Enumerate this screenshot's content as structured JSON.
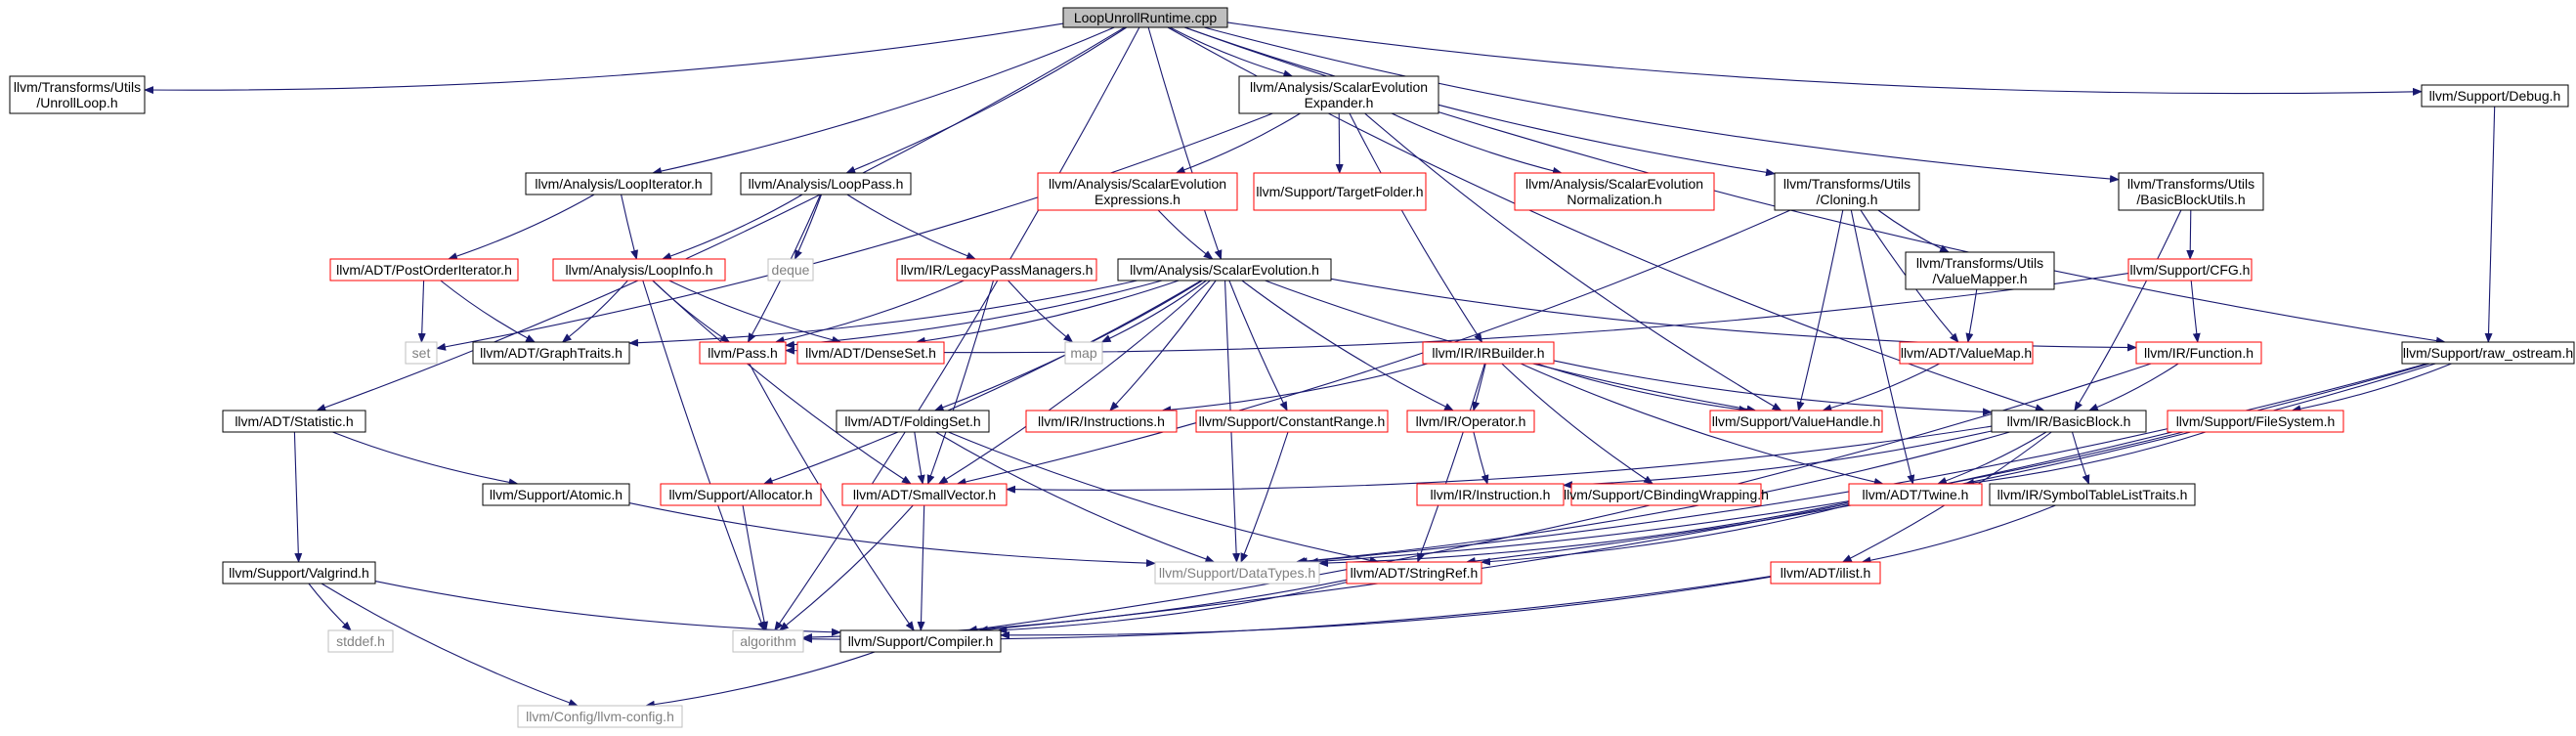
{
  "colors": {
    "background": "#ffffff",
    "root_fill": "#bfbfbf",
    "documented_border": "#000000",
    "undocumented_border": "#ff0000",
    "system_header_border": "#bfbfbf",
    "system_header_text": "#808080",
    "edge": "#191970"
  },
  "nodes": {
    "root": {
      "lines": [
        "LoopUnrollRuntime.cpp"
      ],
      "kind": "root"
    },
    "unrollloop": {
      "lines": [
        "llvm/Transforms/Utils",
        "/UnrollLoop.h"
      ],
      "kind": "doc"
    },
    "algorithm": {
      "lines": [
        "algorithm"
      ],
      "kind": "sys"
    },
    "statistic": {
      "lines": [
        "llvm/ADT/Statistic.h"
      ],
      "kind": "doc"
    },
    "loopiterator": {
      "lines": [
        "llvm/Analysis/LoopIterator.h"
      ],
      "kind": "doc"
    },
    "looppass": {
      "lines": [
        "llvm/Analysis/LoopPass.h"
      ],
      "kind": "doc"
    },
    "expander": {
      "lines": [
        "llvm/Analysis/ScalarEvolution",
        "Expander.h"
      ],
      "kind": "doc"
    },
    "cloning": {
      "lines": [
        "llvm/Transforms/Utils",
        "/Cloning.h"
      ],
      "kind": "doc"
    },
    "bbutils": {
      "lines": [
        "llvm/Transforms/Utils",
        "/BasicBlockUtils.h"
      ],
      "kind": "doc"
    },
    "debug": {
      "lines": [
        "llvm/Support/Debug.h"
      ],
      "kind": "doc"
    },
    "sexpr": {
      "lines": [
        "llvm/Analysis/ScalarEvolution",
        "Expressions.h"
      ],
      "kind": "undoc"
    },
    "targetfolder": {
      "lines": [
        "llvm/Support/TargetFolder.h"
      ],
      "kind": "undoc"
    },
    "snorm": {
      "lines": [
        "llvm/Analysis/ScalarEvolution",
        "Normalization.h"
      ],
      "kind": "undoc"
    },
    "postorder": {
      "lines": [
        "llvm/ADT/PostOrderIterator.h"
      ],
      "kind": "undoc"
    },
    "loopinfo": {
      "lines": [
        "llvm/Analysis/LoopInfo.h"
      ],
      "kind": "undoc"
    },
    "deque": {
      "lines": [
        "deque"
      ],
      "kind": "sys"
    },
    "legacypm": {
      "lines": [
        "llvm/IR/LegacyPassManagers.h"
      ],
      "kind": "undoc"
    },
    "scalarevolution": {
      "lines": [
        "llvm/Analysis/ScalarEvolution.h"
      ],
      "kind": "doc"
    },
    "valuemapper": {
      "lines": [
        "llvm/Transforms/Utils",
        "/ValueMapper.h"
      ],
      "kind": "doc"
    },
    "cfg": {
      "lines": [
        "llvm/Support/CFG.h"
      ],
      "kind": "undoc"
    },
    "set": {
      "lines": [
        "set"
      ],
      "kind": "sys"
    },
    "graphtraits": {
      "lines": [
        "llvm/ADT/GraphTraits.h"
      ],
      "kind": "doc"
    },
    "pass": {
      "lines": [
        "llvm/Pass.h"
      ],
      "kind": "undoc"
    },
    "denseset": {
      "lines": [
        "llvm/ADT/DenseSet.h"
      ],
      "kind": "undoc"
    },
    "map": {
      "lines": [
        "map"
      ],
      "kind": "sys"
    },
    "valuemap": {
      "lines": [
        "llvm/ADT/ValueMap.h"
      ],
      "kind": "undoc"
    },
    "function": {
      "lines": [
        "llvm/IR/Function.h"
      ],
      "kind": "undoc"
    },
    "irbuilder": {
      "lines": [
        "llvm/IR/IRBuilder.h"
      ],
      "kind": "undoc"
    },
    "rawostream": {
      "lines": [
        "llvm/Support/raw_ostream.h"
      ],
      "kind": "doc"
    },
    "statistic_dummy": null,
    "foldingset": {
      "lines": [
        "llvm/ADT/FoldingSet.h"
      ],
      "kind": "doc"
    },
    "instructions": {
      "lines": [
        "llvm/IR/Instructions.h"
      ],
      "kind": "undoc"
    },
    "constantrange": {
      "lines": [
        "llvm/Support/ConstantRange.h"
      ],
      "kind": "undoc"
    },
    "operator": {
      "lines": [
        "llvm/IR/Operator.h"
      ],
      "kind": "undoc"
    },
    "valuehandle": {
      "lines": [
        "llvm/Support/ValueHandle.h"
      ],
      "kind": "undoc"
    },
    "basicblock": {
      "lines": [
        "llvm/IR/BasicBlock.h"
      ],
      "kind": "doc"
    },
    "filesystem": {
      "lines": [
        "llvm/Support/FileSystem.h"
      ],
      "kind": "undoc"
    },
    "atomic": {
      "lines": [
        "llvm/Support/Atomic.h"
      ],
      "kind": "doc"
    },
    "allocator": {
      "lines": [
        "llvm/Support/Allocator.h"
      ],
      "kind": "undoc"
    },
    "smallvector": {
      "lines": [
        "llvm/ADT/SmallVector.h"
      ],
      "kind": "undoc"
    },
    "instruction": {
      "lines": [
        "llvm/IR/Instruction.h"
      ],
      "kind": "undoc"
    },
    "cbinding": {
      "lines": [
        "llvm/Support/CBindingWrapping.h"
      ],
      "kind": "undoc"
    },
    "twine": {
      "lines": [
        "llvm/ADT/Twine.h"
      ],
      "kind": "undoc"
    },
    "symtab": {
      "lines": [
        "llvm/IR/SymbolTableListTraits.h"
      ],
      "kind": "doc"
    },
    "valgrind": {
      "lines": [
        "llvm/Support/Valgrind.h"
      ],
      "kind": "doc"
    },
    "datatypes": {
      "lines": [
        "llvm/Support/DataTypes.h"
      ],
      "kind": "sys"
    },
    "stringref": {
      "lines": [
        "llvm/ADT/StringRef.h"
      ],
      "kind": "undoc"
    },
    "ilist": {
      "lines": [
        "llvm/ADT/ilist.h"
      ],
      "kind": "undoc"
    },
    "stddef": {
      "lines": [
        "stddef.h"
      ],
      "kind": "sys"
    },
    "compiler": {
      "lines": [
        "llvm/Support/Compiler.h"
      ],
      "kind": "doc"
    },
    "llvmconfig": {
      "lines": [
        "llvm/Config/llvm-config.h"
      ],
      "kind": "sys"
    }
  },
  "edges": [
    [
      "root",
      "unrollloop"
    ],
    [
      "root",
      "algorithm"
    ],
    [
      "root",
      "statistic"
    ],
    [
      "root",
      "loopiterator"
    ],
    [
      "root",
      "looppass"
    ],
    [
      "root",
      "scalarevolution"
    ],
    [
      "root",
      "expander"
    ],
    [
      "root",
      "cloning"
    ],
    [
      "root",
      "bbutils"
    ],
    [
      "root",
      "debug"
    ],
    [
      "root",
      "rawostream"
    ],
    [
      "root",
      "basicblock"
    ],
    [
      "expander",
      "sexpr"
    ],
    [
      "expander",
      "targetfolder"
    ],
    [
      "expander",
      "snorm"
    ],
    [
      "expander",
      "irbuilder"
    ],
    [
      "expander",
      "valuehandle"
    ],
    [
      "expander",
      "set"
    ],
    [
      "sexpr",
      "scalarevolution"
    ],
    [
      "loopiterator",
      "postorder"
    ],
    [
      "loopiterator",
      "loopinfo"
    ],
    [
      "looppass",
      "loopinfo"
    ],
    [
      "looppass",
      "deque"
    ],
    [
      "looppass",
      "legacypm"
    ],
    [
      "looppass",
      "pass"
    ],
    [
      "postorder",
      "set"
    ],
    [
      "postorder",
      "graphtraits"
    ],
    [
      "loopinfo",
      "graphtraits"
    ],
    [
      "loopinfo",
      "pass"
    ],
    [
      "loopinfo",
      "denseset"
    ],
    [
      "loopinfo",
      "algorithm"
    ],
    [
      "loopinfo",
      "smallvector"
    ],
    [
      "legacypm",
      "map"
    ],
    [
      "legacypm",
      "pass"
    ],
    [
      "legacypm",
      "smallvector"
    ],
    [
      "scalarevolution",
      "pass"
    ],
    [
      "scalarevolution",
      "denseset"
    ],
    [
      "scalarevolution",
      "map"
    ],
    [
      "scalarevolution",
      "function"
    ],
    [
      "scalarevolution",
      "operator"
    ],
    [
      "scalarevolution",
      "valuehandle"
    ],
    [
      "scalarevolution",
      "foldingset"
    ],
    [
      "scalarevolution",
      "instructions"
    ],
    [
      "scalarevolution",
      "constantrange"
    ],
    [
      "scalarevolution",
      "allocator"
    ],
    [
      "scalarevolution",
      "datatypes"
    ],
    [
      "scalarevolution",
      "graphtraits"
    ],
    [
      "scalarevolution",
      "smallvector"
    ],
    [
      "cloning",
      "valuemapper"
    ],
    [
      "cloning",
      "valuemap"
    ],
    [
      "cloning",
      "valuehandle"
    ],
    [
      "cloning",
      "twine"
    ],
    [
      "cloning",
      "smallvector"
    ],
    [
      "valuemapper",
      "valuemap"
    ],
    [
      "bbutils",
      "cfg"
    ],
    [
      "bbutils",
      "basicblock"
    ],
    [
      "cfg",
      "function"
    ],
    [
      "cfg",
      "pass"
    ],
    [
      "valuemap",
      "valuehandle"
    ],
    [
      "function",
      "basicblock"
    ],
    [
      "function",
      "compiler"
    ],
    [
      "debug",
      "rawostream"
    ],
    [
      "irbuilder",
      "instructions"
    ],
    [
      "irbuilder",
      "operator"
    ],
    [
      "irbuilder",
      "valuehandle"
    ],
    [
      "irbuilder",
      "basicblock"
    ],
    [
      "irbuilder",
      "cbinding"
    ],
    [
      "irbuilder",
      "twine"
    ],
    [
      "irbuilder",
      "stringref"
    ],
    [
      "operator",
      "instruction"
    ],
    [
      "rawostream",
      "filesystem"
    ],
    [
      "rawostream",
      "stringref"
    ],
    [
      "rawostream",
      "compiler"
    ],
    [
      "rawostream",
      "datatypes"
    ],
    [
      "basicblock",
      "instruction"
    ],
    [
      "basicblock",
      "symtab"
    ],
    [
      "basicblock",
      "twine"
    ],
    [
      "basicblock",
      "ilist"
    ],
    [
      "basicblock",
      "smallvector"
    ],
    [
      "basicblock",
      "datatypes"
    ],
    [
      "filesystem",
      "twine"
    ],
    [
      "filesystem",
      "datatypes"
    ],
    [
      "statistic",
      "atomic"
    ],
    [
      "statistic",
      "valgrind"
    ],
    [
      "atomic",
      "datatypes"
    ],
    [
      "foldingset",
      "smallvector"
    ],
    [
      "foldingset",
      "stringref"
    ],
    [
      "foldingset",
      "datatypes"
    ],
    [
      "constantrange",
      "datatypes"
    ],
    [
      "allocator",
      "algorithm"
    ],
    [
      "smallvector",
      "algorithm"
    ],
    [
      "smallvector",
      "compiler"
    ],
    [
      "twine",
      "stringref"
    ],
    [
      "twine",
      "datatypes"
    ],
    [
      "symtab",
      "ilist"
    ],
    [
      "valgrind",
      "stddef"
    ],
    [
      "valgrind",
      "llvmconfig"
    ],
    [
      "valgrind",
      "compiler"
    ],
    [
      "stringref",
      "algorithm"
    ],
    [
      "stringref",
      "compiler"
    ],
    [
      "ilist",
      "algorithm"
    ],
    [
      "ilist",
      "compiler"
    ],
    [
      "compiler",
      "llvmconfig"
    ],
    [
      "pass",
      "compiler"
    ]
  ]
}
